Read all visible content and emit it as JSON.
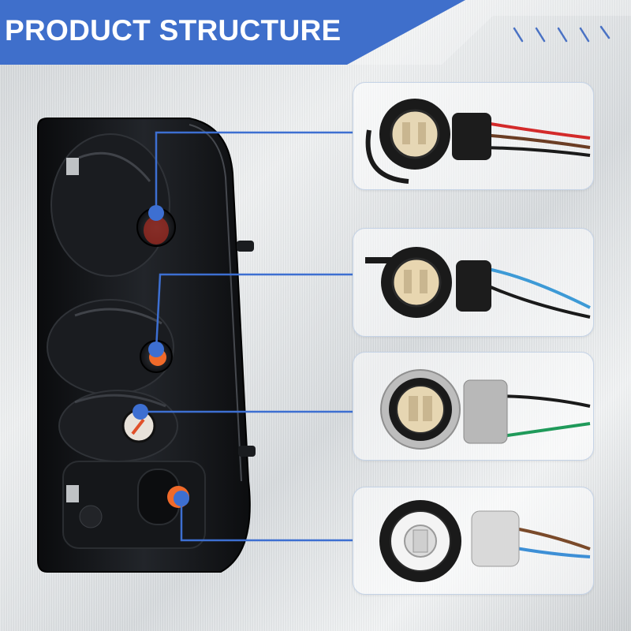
{
  "header": {
    "title": "PRODUCT STRUCTURE"
  },
  "colors": {
    "accent": "#3f6fcb",
    "connector_line": "#3d6fd1",
    "lamp_body": "#121417",
    "amber_bulb": "#f06a2a"
  },
  "panels": [
    {
      "name": "connector-1",
      "wires": [
        "red",
        "brown",
        "black"
      ]
    },
    {
      "name": "connector-2",
      "wires": [
        "blue",
        "black"
      ]
    },
    {
      "name": "connector-3",
      "wires": [
        "black",
        "green"
      ]
    },
    {
      "name": "connector-4",
      "wires": [
        "brown",
        "blue"
      ]
    }
  ]
}
